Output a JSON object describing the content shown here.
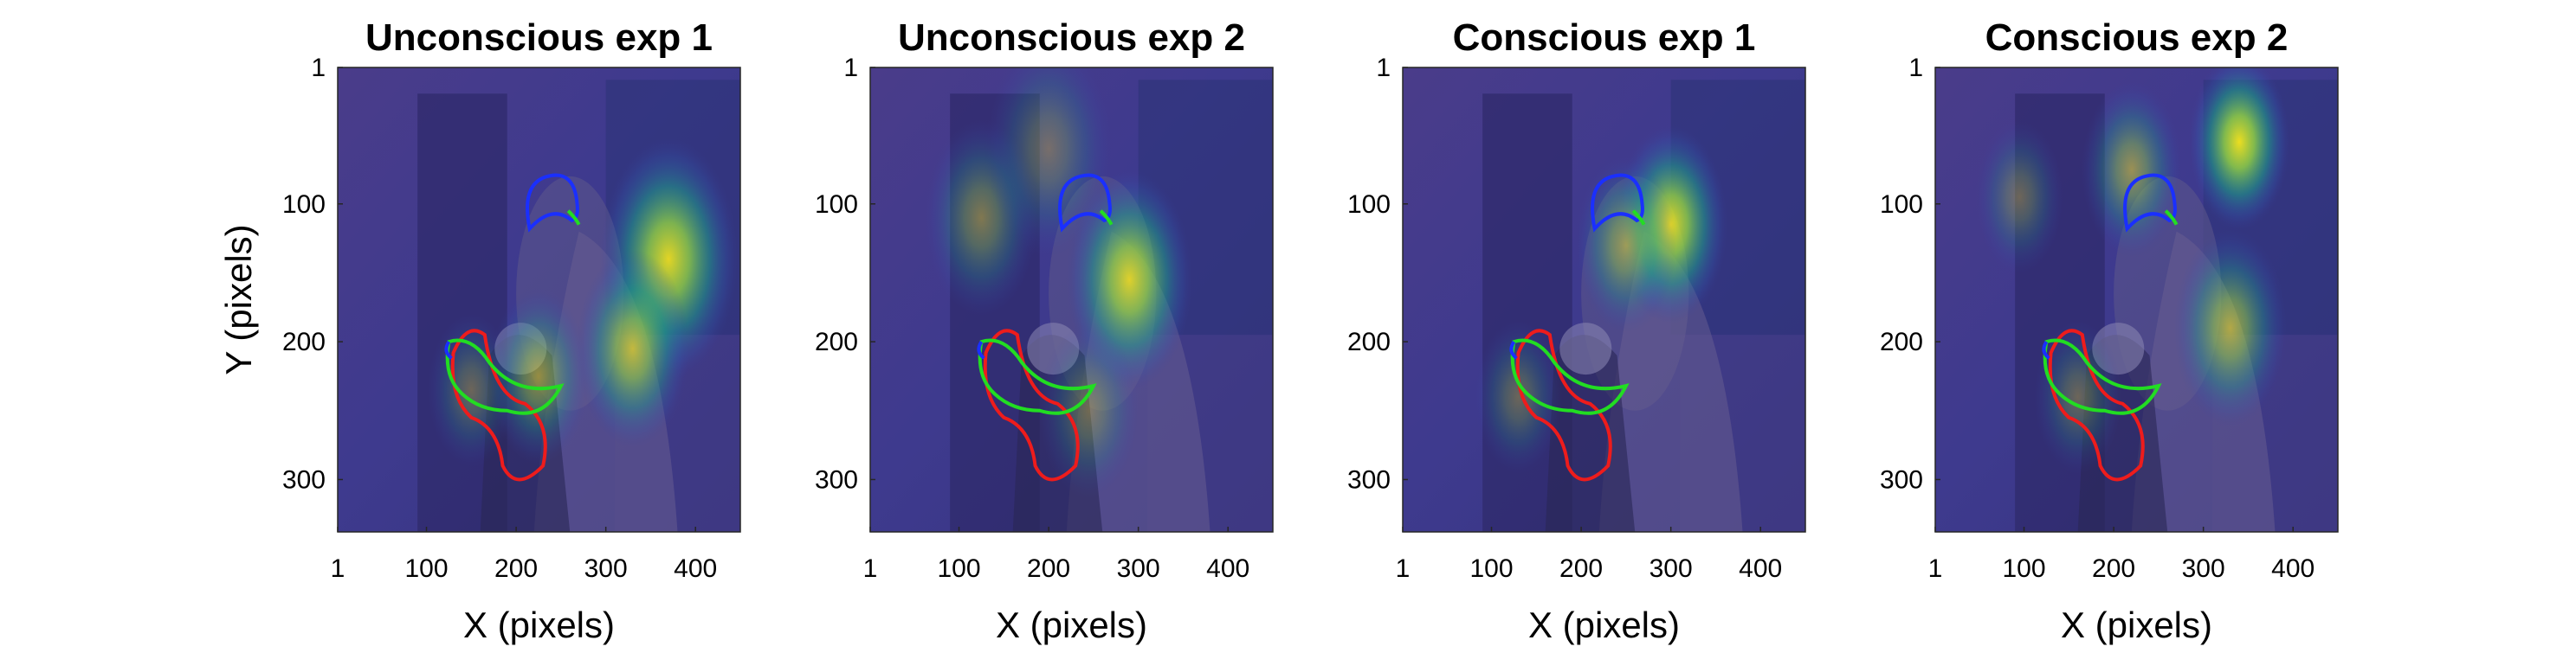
{
  "chart_data": [
    {
      "type": "heatmap",
      "title": "Unconscious exp 1",
      "xlabel": "X (pixels)",
      "ylabel": "Y (pixels)",
      "xlim": [
        1,
        450
      ],
      "ylim": [
        1,
        338
      ],
      "xticks": [
        "1",
        "100",
        "200",
        "300",
        "400"
      ],
      "yticks": [
        "1",
        "100",
        "200",
        "300"
      ],
      "hotspots": [
        {
          "x": 370,
          "y": 140,
          "intensity": 0.9,
          "spread": 55
        },
        {
          "x": 330,
          "y": 205,
          "intensity": 0.7,
          "spread": 45
        },
        {
          "x": 225,
          "y": 225,
          "intensity": 0.5,
          "spread": 40
        },
        {
          "x": 150,
          "y": 235,
          "intensity": 0.3,
          "spread": 35
        }
      ]
    },
    {
      "type": "heatmap",
      "title": "Unconscious exp 2",
      "xlabel": "X (pixels)",
      "ylabel": "",
      "xlim": [
        1,
        450
      ],
      "ylim": [
        1,
        338
      ],
      "xticks": [
        "1",
        "100",
        "200",
        "300",
        "400"
      ],
      "yticks": [
        "1",
        "100",
        "200",
        "300"
      ],
      "hotspots": [
        {
          "x": 290,
          "y": 155,
          "intensity": 0.85,
          "spread": 50
        },
        {
          "x": 125,
          "y": 110,
          "intensity": 0.4,
          "spread": 45
        },
        {
          "x": 200,
          "y": 60,
          "intensity": 0.3,
          "spread": 50
        },
        {
          "x": 245,
          "y": 250,
          "intensity": 0.3,
          "spread": 40
        }
      ]
    },
    {
      "type": "heatmap",
      "title": "Conscious exp 1",
      "xlabel": "X (pixels)",
      "ylabel": "",
      "xlim": [
        1,
        450
      ],
      "ylim": [
        1,
        338
      ],
      "xticks": [
        "1",
        "100",
        "200",
        "300",
        "400"
      ],
      "yticks": [
        "1",
        "100",
        "200",
        "300"
      ],
      "hotspots": [
        {
          "x": 300,
          "y": 115,
          "intensity": 0.9,
          "spread": 45
        },
        {
          "x": 250,
          "y": 130,
          "intensity": 0.5,
          "spread": 40
        },
        {
          "x": 130,
          "y": 240,
          "intensity": 0.3,
          "spread": 35
        }
      ]
    },
    {
      "type": "heatmap",
      "title": "Conscious exp 2",
      "xlabel": "X (pixels)",
      "ylabel": "",
      "xlim": [
        1,
        450
      ],
      "ylim": [
        1,
        338
      ],
      "xticks": [
        "1",
        "100",
        "200",
        "300",
        "400"
      ],
      "yticks": [
        "1",
        "100",
        "200",
        "300"
      ],
      "hotspots": [
        {
          "x": 340,
          "y": 55,
          "intensity": 0.95,
          "spread": 40
        },
        {
          "x": 330,
          "y": 190,
          "intensity": 0.6,
          "spread": 45
        },
        {
          "x": 220,
          "y": 75,
          "intensity": 0.5,
          "spread": 40
        },
        {
          "x": 95,
          "y": 95,
          "intensity": 0.3,
          "spread": 35
        },
        {
          "x": 160,
          "y": 240,
          "intensity": 0.3,
          "spread": 35
        }
      ]
    }
  ]
}
